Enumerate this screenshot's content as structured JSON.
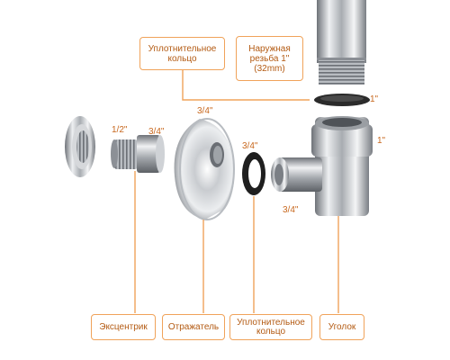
{
  "labels": {
    "seal_top": "Уплотнительное\nкольцо",
    "thread": "Наружная\nрезьба 1\"\n(32mm)",
    "eccentric": "Эксцентрик",
    "reflector": "Отражатель",
    "seal_bottom": "Уплотнительное\nкольцо",
    "elbow": "Уголок"
  },
  "dimensions": {
    "d_1in_ring": "1\"",
    "d_half": "1/2\"",
    "d_34_ecc": "3/4\"",
    "d_34_refl": "3/4\"",
    "d_34_ring": "3/4\"",
    "d_1in_elbow": "1\"",
    "d_34_elbow": "3/4\""
  },
  "colors": {
    "accent_line": "#f0a35a",
    "text": "#b35a12",
    "chrome_dark": "#6e7278",
    "chrome_light": "#eef0f2"
  }
}
